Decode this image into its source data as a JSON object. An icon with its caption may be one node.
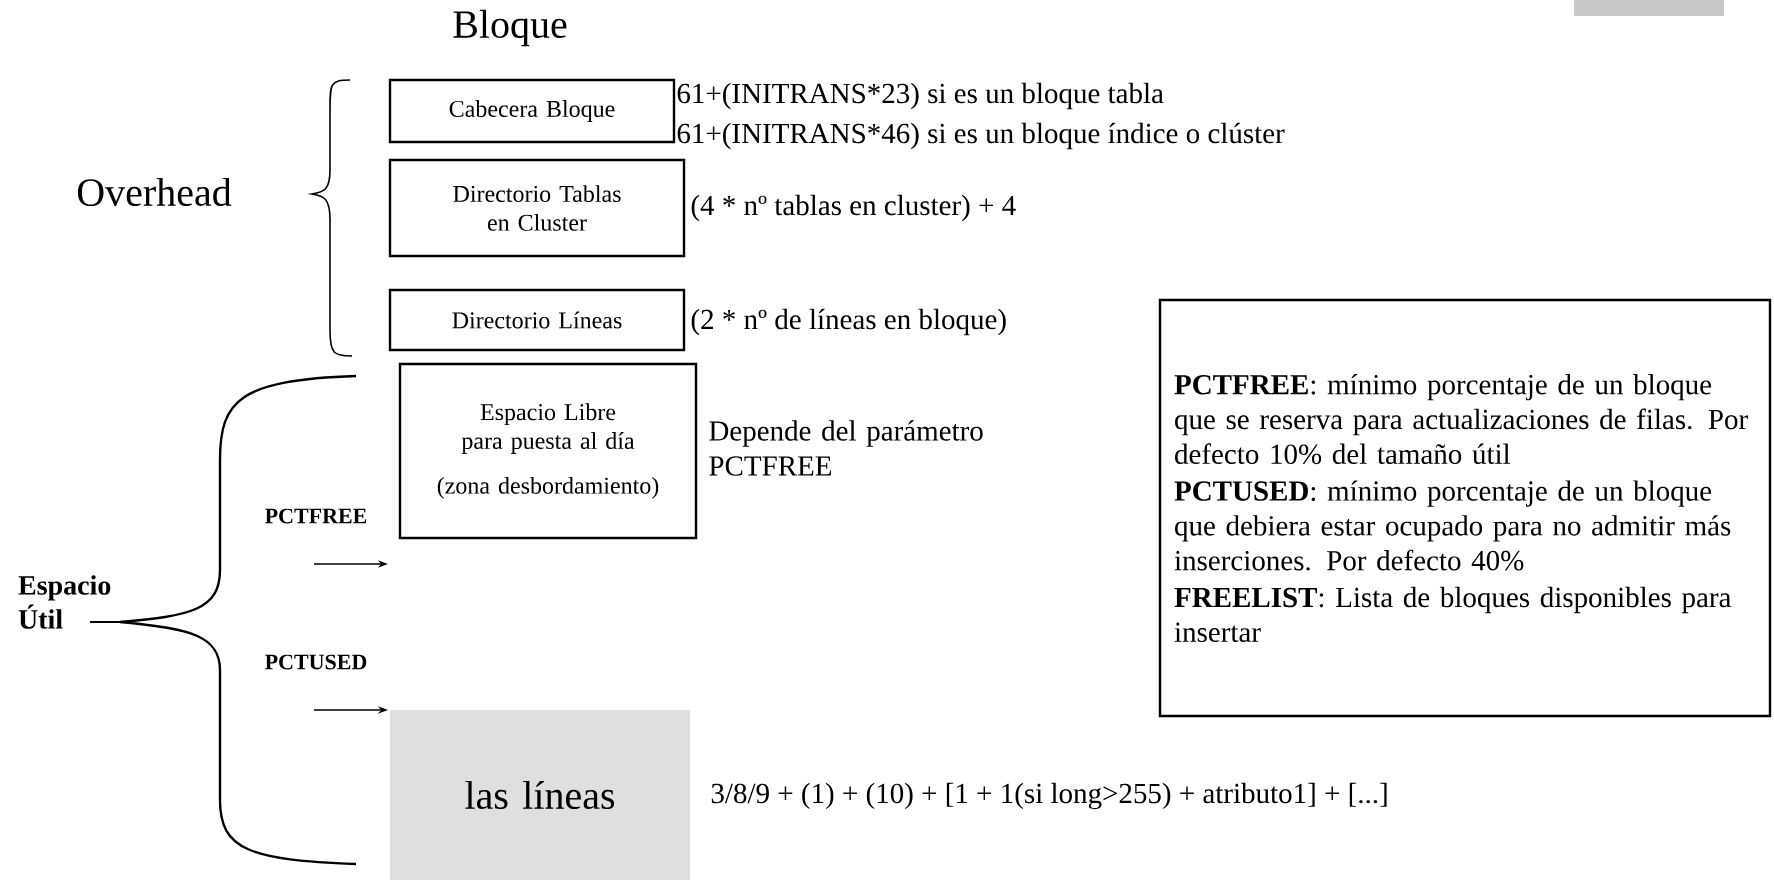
{
  "diagram": {
    "nodes": [
      {
        "text": [
          "Cabecera Bloque"
        ],
        "beside": [
          "61+(INITRANS*23) si es un bloque tabla",
          "61+(INITRANS*46) si es un bloque índice o clúster"
        ]
      },
      {
        "text": [
          "Directorio Tablas en Cluster"
        ],
        "beside": [
          "(4 * nº tablas en cluster) + 4"
        ]
      },
      {
        "text": [
          "Directorio Líneas"
        ],
        "beside": [
          "(2 * nº de líneas en bloque)"
        ]
      },
      {
        "text": [
          "Espacio Libre para puesta al día",
          "(zona desbordamiento)"
        ],
        "beside": [
          "Depende del parámetro PCTFREE"
        ]
      },
      {
        "text": [
          "las líneas"
        ],
        "beside": [
          "3/8/9 + (1) + (10) + [1 + 1(si long>255) + atributo1] + [...]"
        ]
      },
      {
        "text": [
          "**PCTFREE**: mínimo porcentaje de un bloque que se reserva para actualizaciones de filas. Por defecto 10% del tamaño útil",
          "**PCTUSED**: mínimo porcentaje de un bloque que debiera estar ocupado para no admitir más inserciones. Por defecto 40%",
          "**FREELIST**: Lista de bloques disponibles para insertar"
        ]
      }
    ],
    "labels": [
      "Bloque",
      "Overhead",
      "Espacio Útil",
      "PCTFREE",
      "PCTUSED"
    ]
  }
}
